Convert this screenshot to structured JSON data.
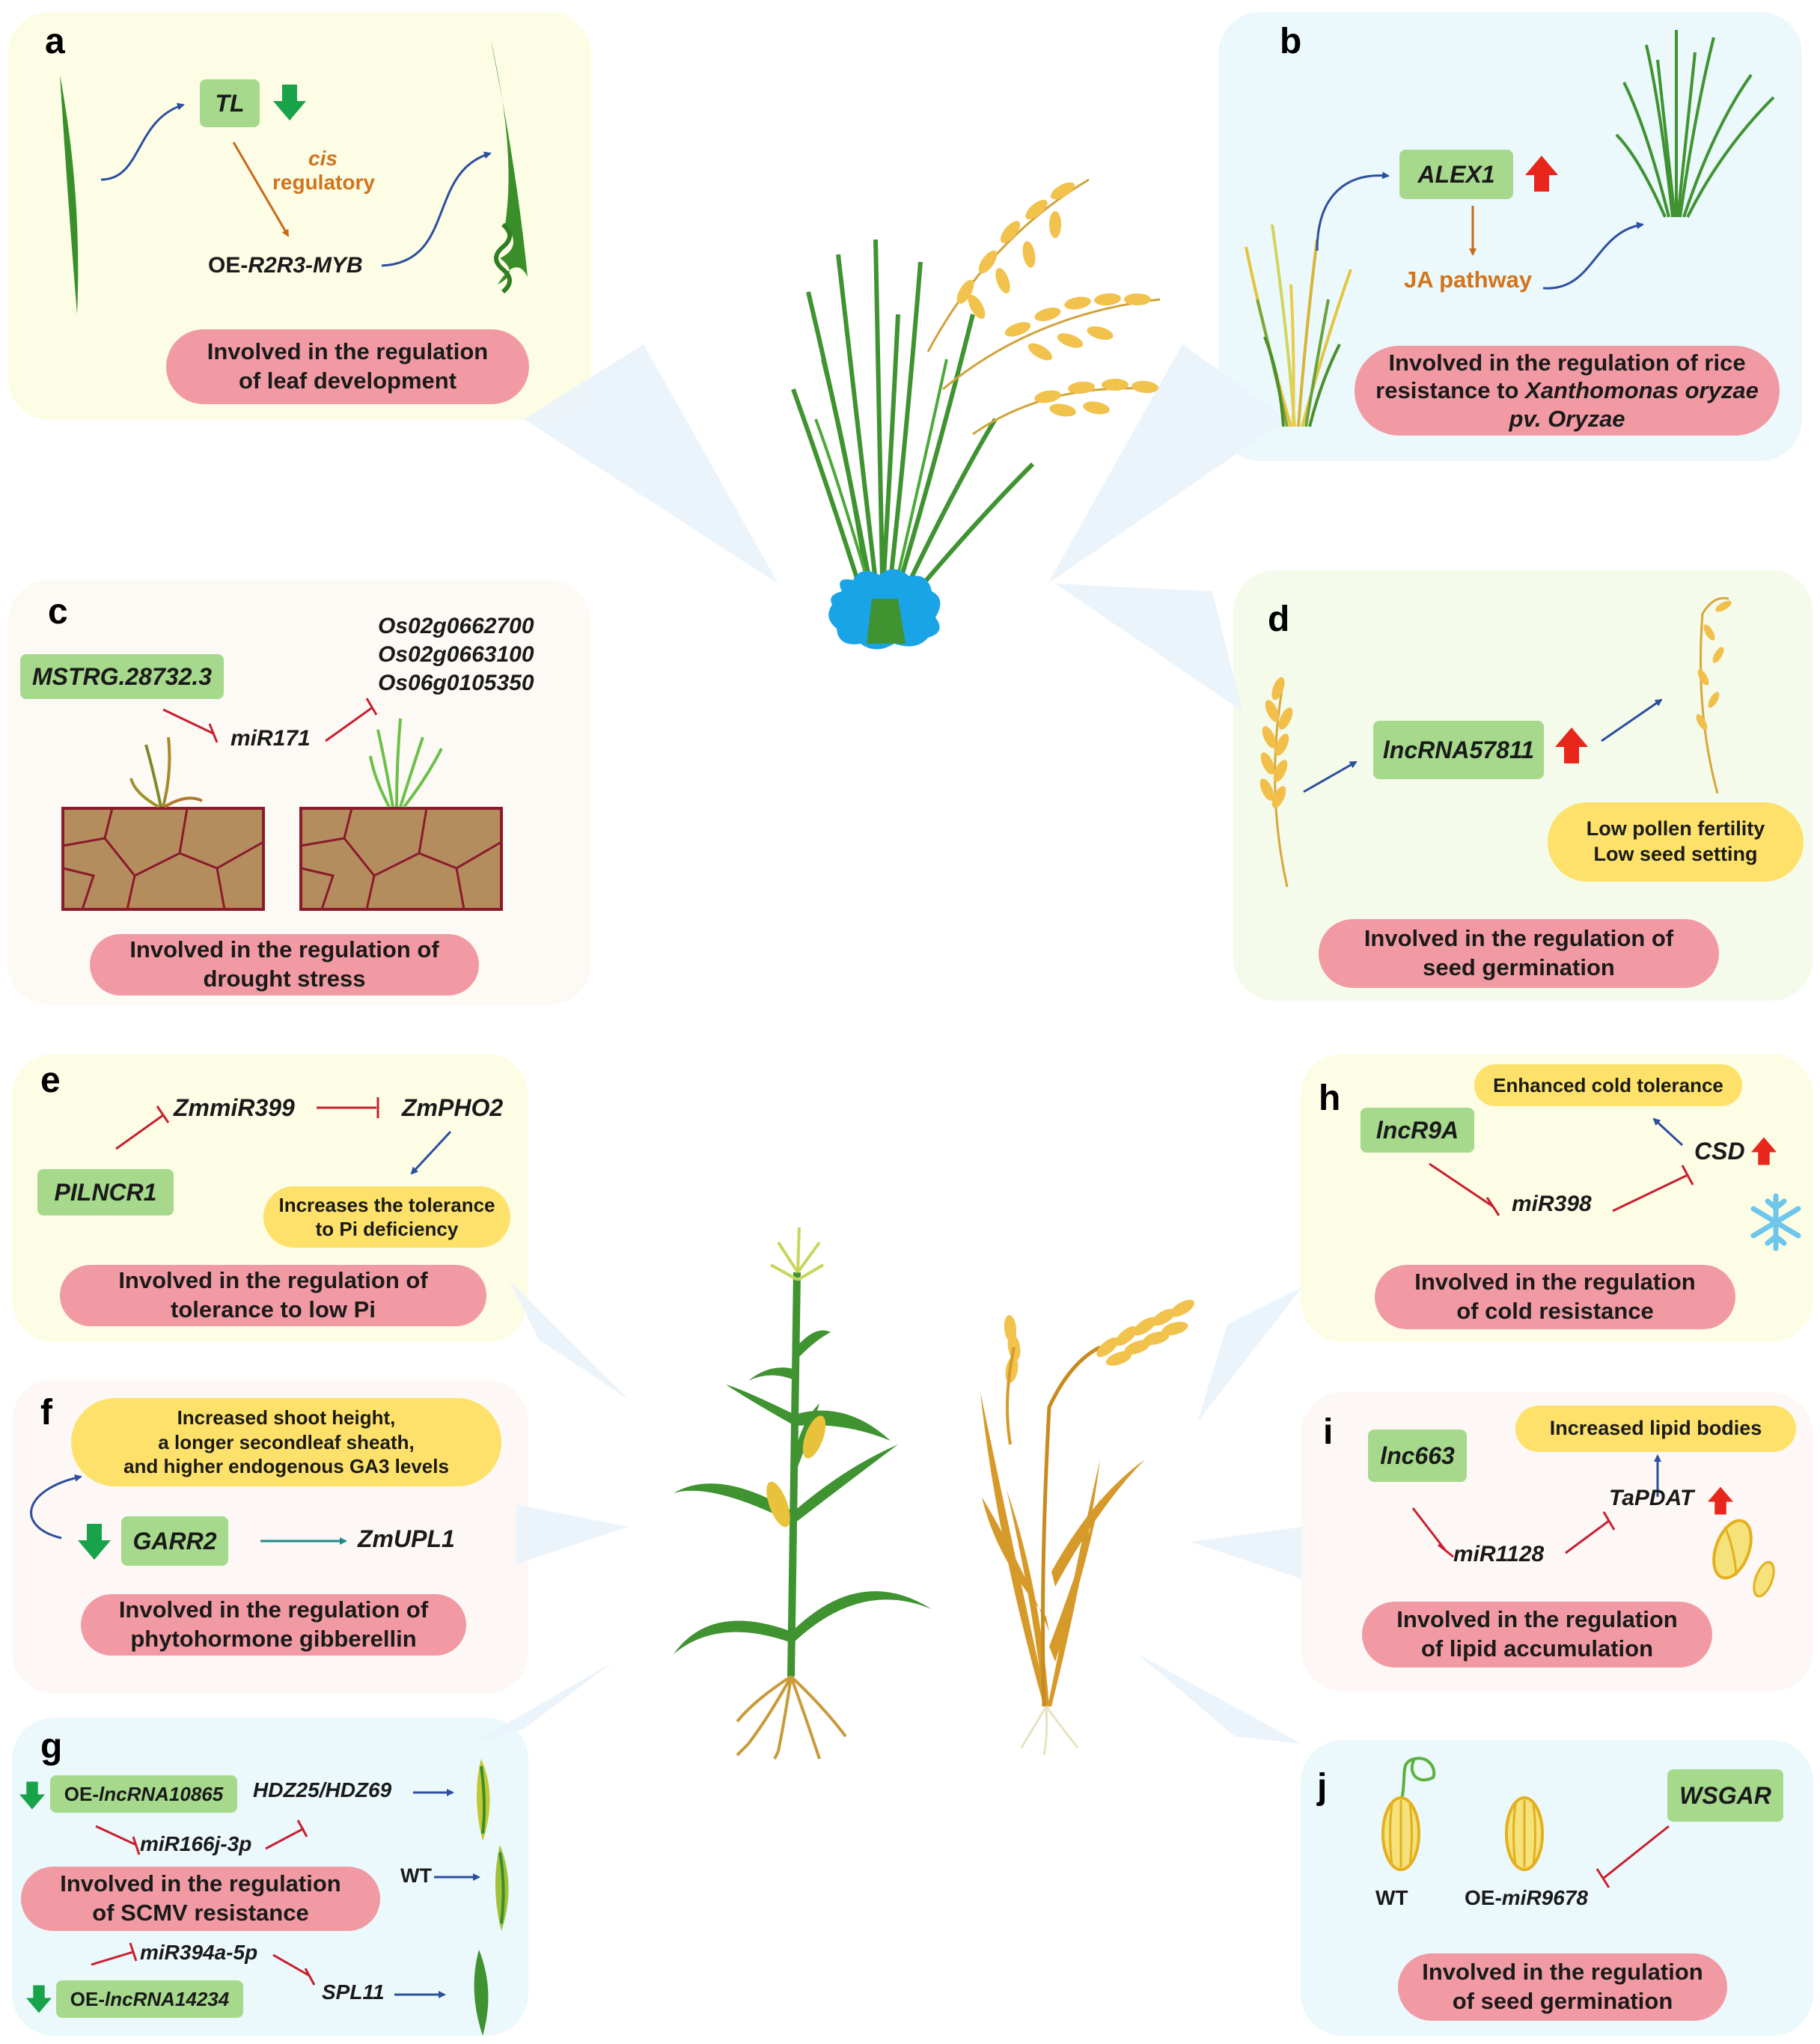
{
  "panels": {
    "a": {
      "letter": "a",
      "gene": "TL",
      "cis_line1": "cis",
      "cis_line2": "regulatory",
      "target_prefix": "OE-",
      "target_gene": "R2R3-MYB",
      "function_line1": "Involved in the regulation",
      "function_line2": "of leaf development"
    },
    "b": {
      "letter": "b",
      "gene": "ALEX1",
      "pathway": "JA pathway",
      "function_line1": "Involved in the regulation of  rice",
      "function_line2_prefix": "resistance to ",
      "function_line2_italic": "Xanthomonas oryzae",
      "function_line3": "pv. Oryzae"
    },
    "c": {
      "letter": "c",
      "gene": "MSTRG.28732.3",
      "mirna": "miR171",
      "targets": [
        "Os02g0662700",
        "Os02g0663100",
        "Os06g0105350"
      ],
      "function_line1": "Involved in the regulation of",
      "function_line2": "drought stress"
    },
    "d": {
      "letter": "d",
      "gene": "lncRNA57811",
      "effect_line1": "Low pollen fertility",
      "effect_line2": "Low seed setting",
      "function_line1": "Involved in the regulation of",
      "function_line2": "seed germination"
    },
    "e": {
      "letter": "e",
      "gene": "PILNCR1",
      "mirna": "ZmmiR399",
      "target": "ZmPHO2",
      "effect_line1": "Increases the tolerance",
      "effect_line2": "to Pi deficiency",
      "function_line1": "Involved in the regulation of",
      "function_line2": "tolerance to low Pi"
    },
    "f": {
      "letter": "f",
      "effect_line1": "Increased shoot height,",
      "effect_line2": "a longer secondleaf sheath,",
      "effect_line3": "and higher endogenous GA3 levels",
      "gene": "GARR2",
      "target": "ZmUPL1",
      "function_line1": "Involved in the regulation of",
      "function_line2": "phytohormone gibberellin"
    },
    "g": {
      "letter": "g",
      "gene1_prefix": "OE-",
      "gene1": "lncRNA10865",
      "mirna1": "miR166j-3p",
      "target1": "HDZ25/HDZ69",
      "wt": "WT",
      "gene2_prefix": "OE-",
      "gene2": "lncRNA14234",
      "mirna2": "miR394a-5p",
      "target2": "SPL11",
      "function_line1": "Involved in the regulation",
      "function_line2": "of SCMV resistance"
    },
    "h": {
      "letter": "h",
      "gene": "lncR9A",
      "mirna": "miR398",
      "target": "CSD",
      "effect": "Enhanced cold tolerance",
      "function_line1": "Involved in the regulation",
      "function_line2": "of  cold resistance"
    },
    "i": {
      "letter": "i",
      "gene": "lnc663",
      "mirna": "miR1128",
      "target": "TaPDAT",
      "effect": "Increased lipid bodies",
      "function_line1": "Involved in the regulation",
      "function_line2": "of  lipid accumulation"
    },
    "j": {
      "letter": "j",
      "gene": "WSGAR",
      "wt": "WT",
      "oe_prefix": "OE-",
      "oe_mirna": "miR9678",
      "function_line1": "Involved in the regulation",
      "function_line2": "of  seed germination"
    }
  },
  "colors": {
    "gene_box": "#a6d98c",
    "function_pill": "#f19aa3",
    "effect_pill": "#fde16a",
    "up_arrow": "#e8261c",
    "down_arrow": "#18a34a",
    "promote_arrow": "#2c4f9e",
    "inhibit": "#c8202f",
    "cis_text": "#d1741c"
  },
  "icons": {
    "up": "red-up-arrow-icon",
    "down": "green-down-arrow-icon",
    "cold": "snowflake-icon"
  }
}
